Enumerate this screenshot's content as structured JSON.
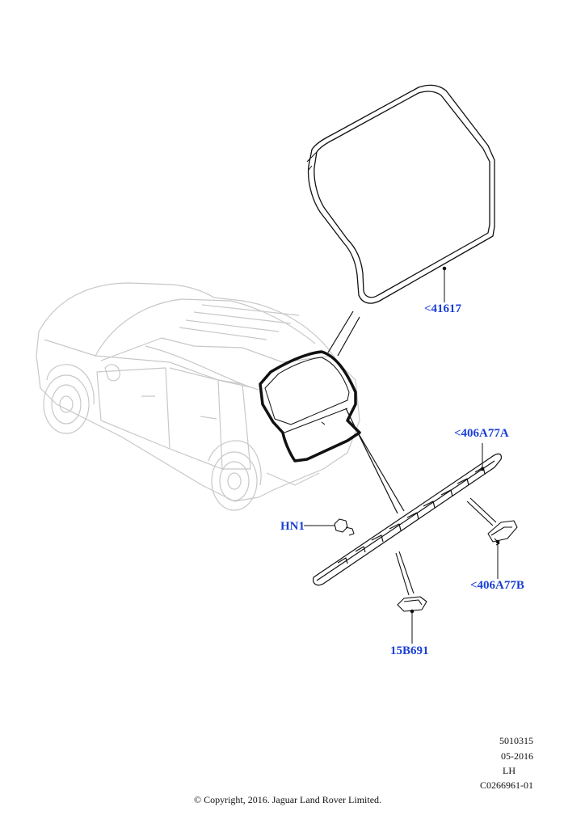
{
  "callouts": {
    "seal": "<41617",
    "light_bar": "<406A77A",
    "bracket": "<406A77B",
    "clip": "HN1",
    "switch": "15B691"
  },
  "meta": {
    "illustration_no": "5010315",
    "date": "05-2016",
    "side": "LH",
    "ref": "C0266961-01"
  },
  "copyright": "© Copyright, 2016. Jaguar Land Rover Limited.",
  "colors": {
    "callout": "#1a3fd6",
    "vehicle_outline": "#c8c8c8",
    "part_outline": "#111111"
  }
}
